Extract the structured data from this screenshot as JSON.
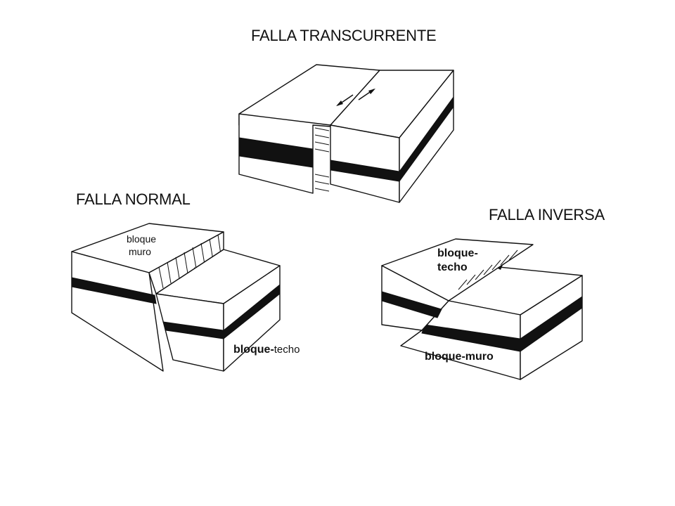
{
  "diagram": {
    "strike_slip": {
      "title": "FALLA TRANSCURRENTE"
    },
    "normal": {
      "title": "FALLA NORMAL",
      "label_footwall_line1": "bloque",
      "label_footwall_line2": "muro",
      "label_hangingwall_part1": "bloque-",
      "label_hangingwall_part2": "techo"
    },
    "reverse": {
      "title": "FALLA INVERSA",
      "label_hangingwall_line1": "bloque-",
      "label_hangingwall_line2": "techo",
      "label_footwall": "bloque-muro"
    }
  },
  "colors": {
    "ink": "#111111",
    "paper": "#ffffff"
  }
}
